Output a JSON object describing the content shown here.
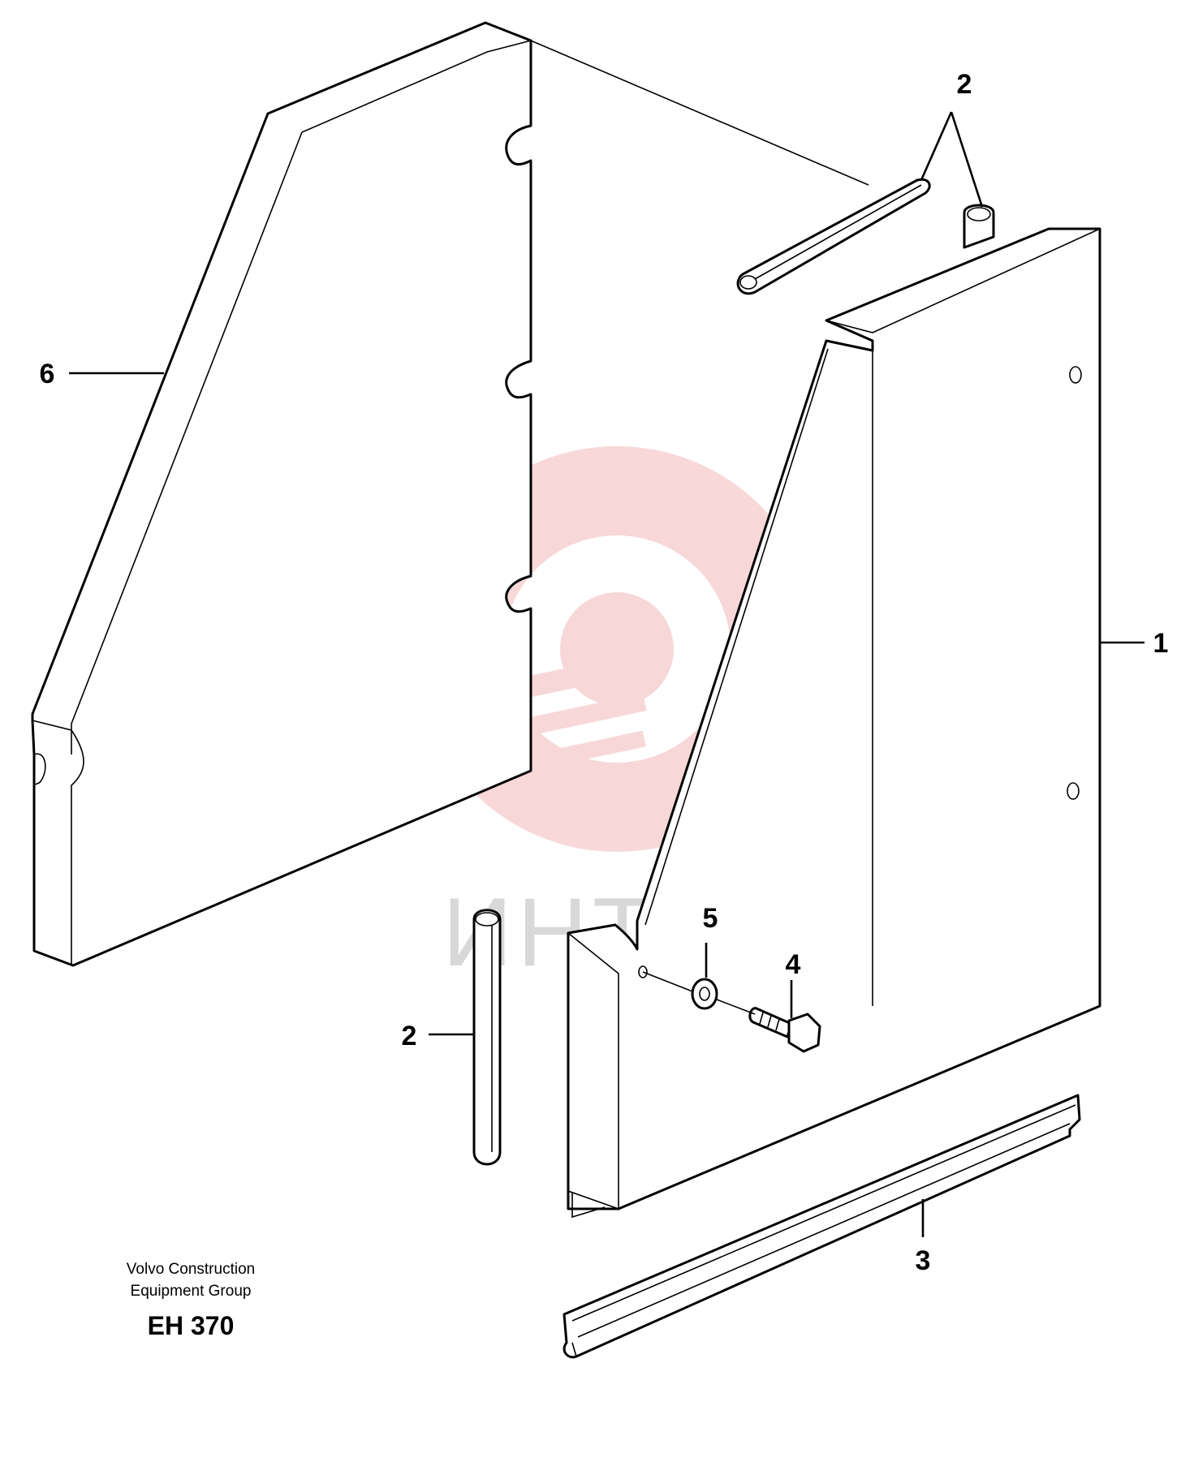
{
  "callouts": {
    "c1": "1",
    "c2_top": "2",
    "c2_left": "2",
    "c3": "3",
    "c4": "4",
    "c5": "5",
    "c6": "6"
  },
  "publisher": {
    "line1": "Volvo Construction",
    "line2": "Equipment Group"
  },
  "drawing_code": "EH 370",
  "watermark": {
    "text": "ИНТЕХ",
    "color": "#f2b8b8",
    "text_color": "#d8d8d8"
  }
}
